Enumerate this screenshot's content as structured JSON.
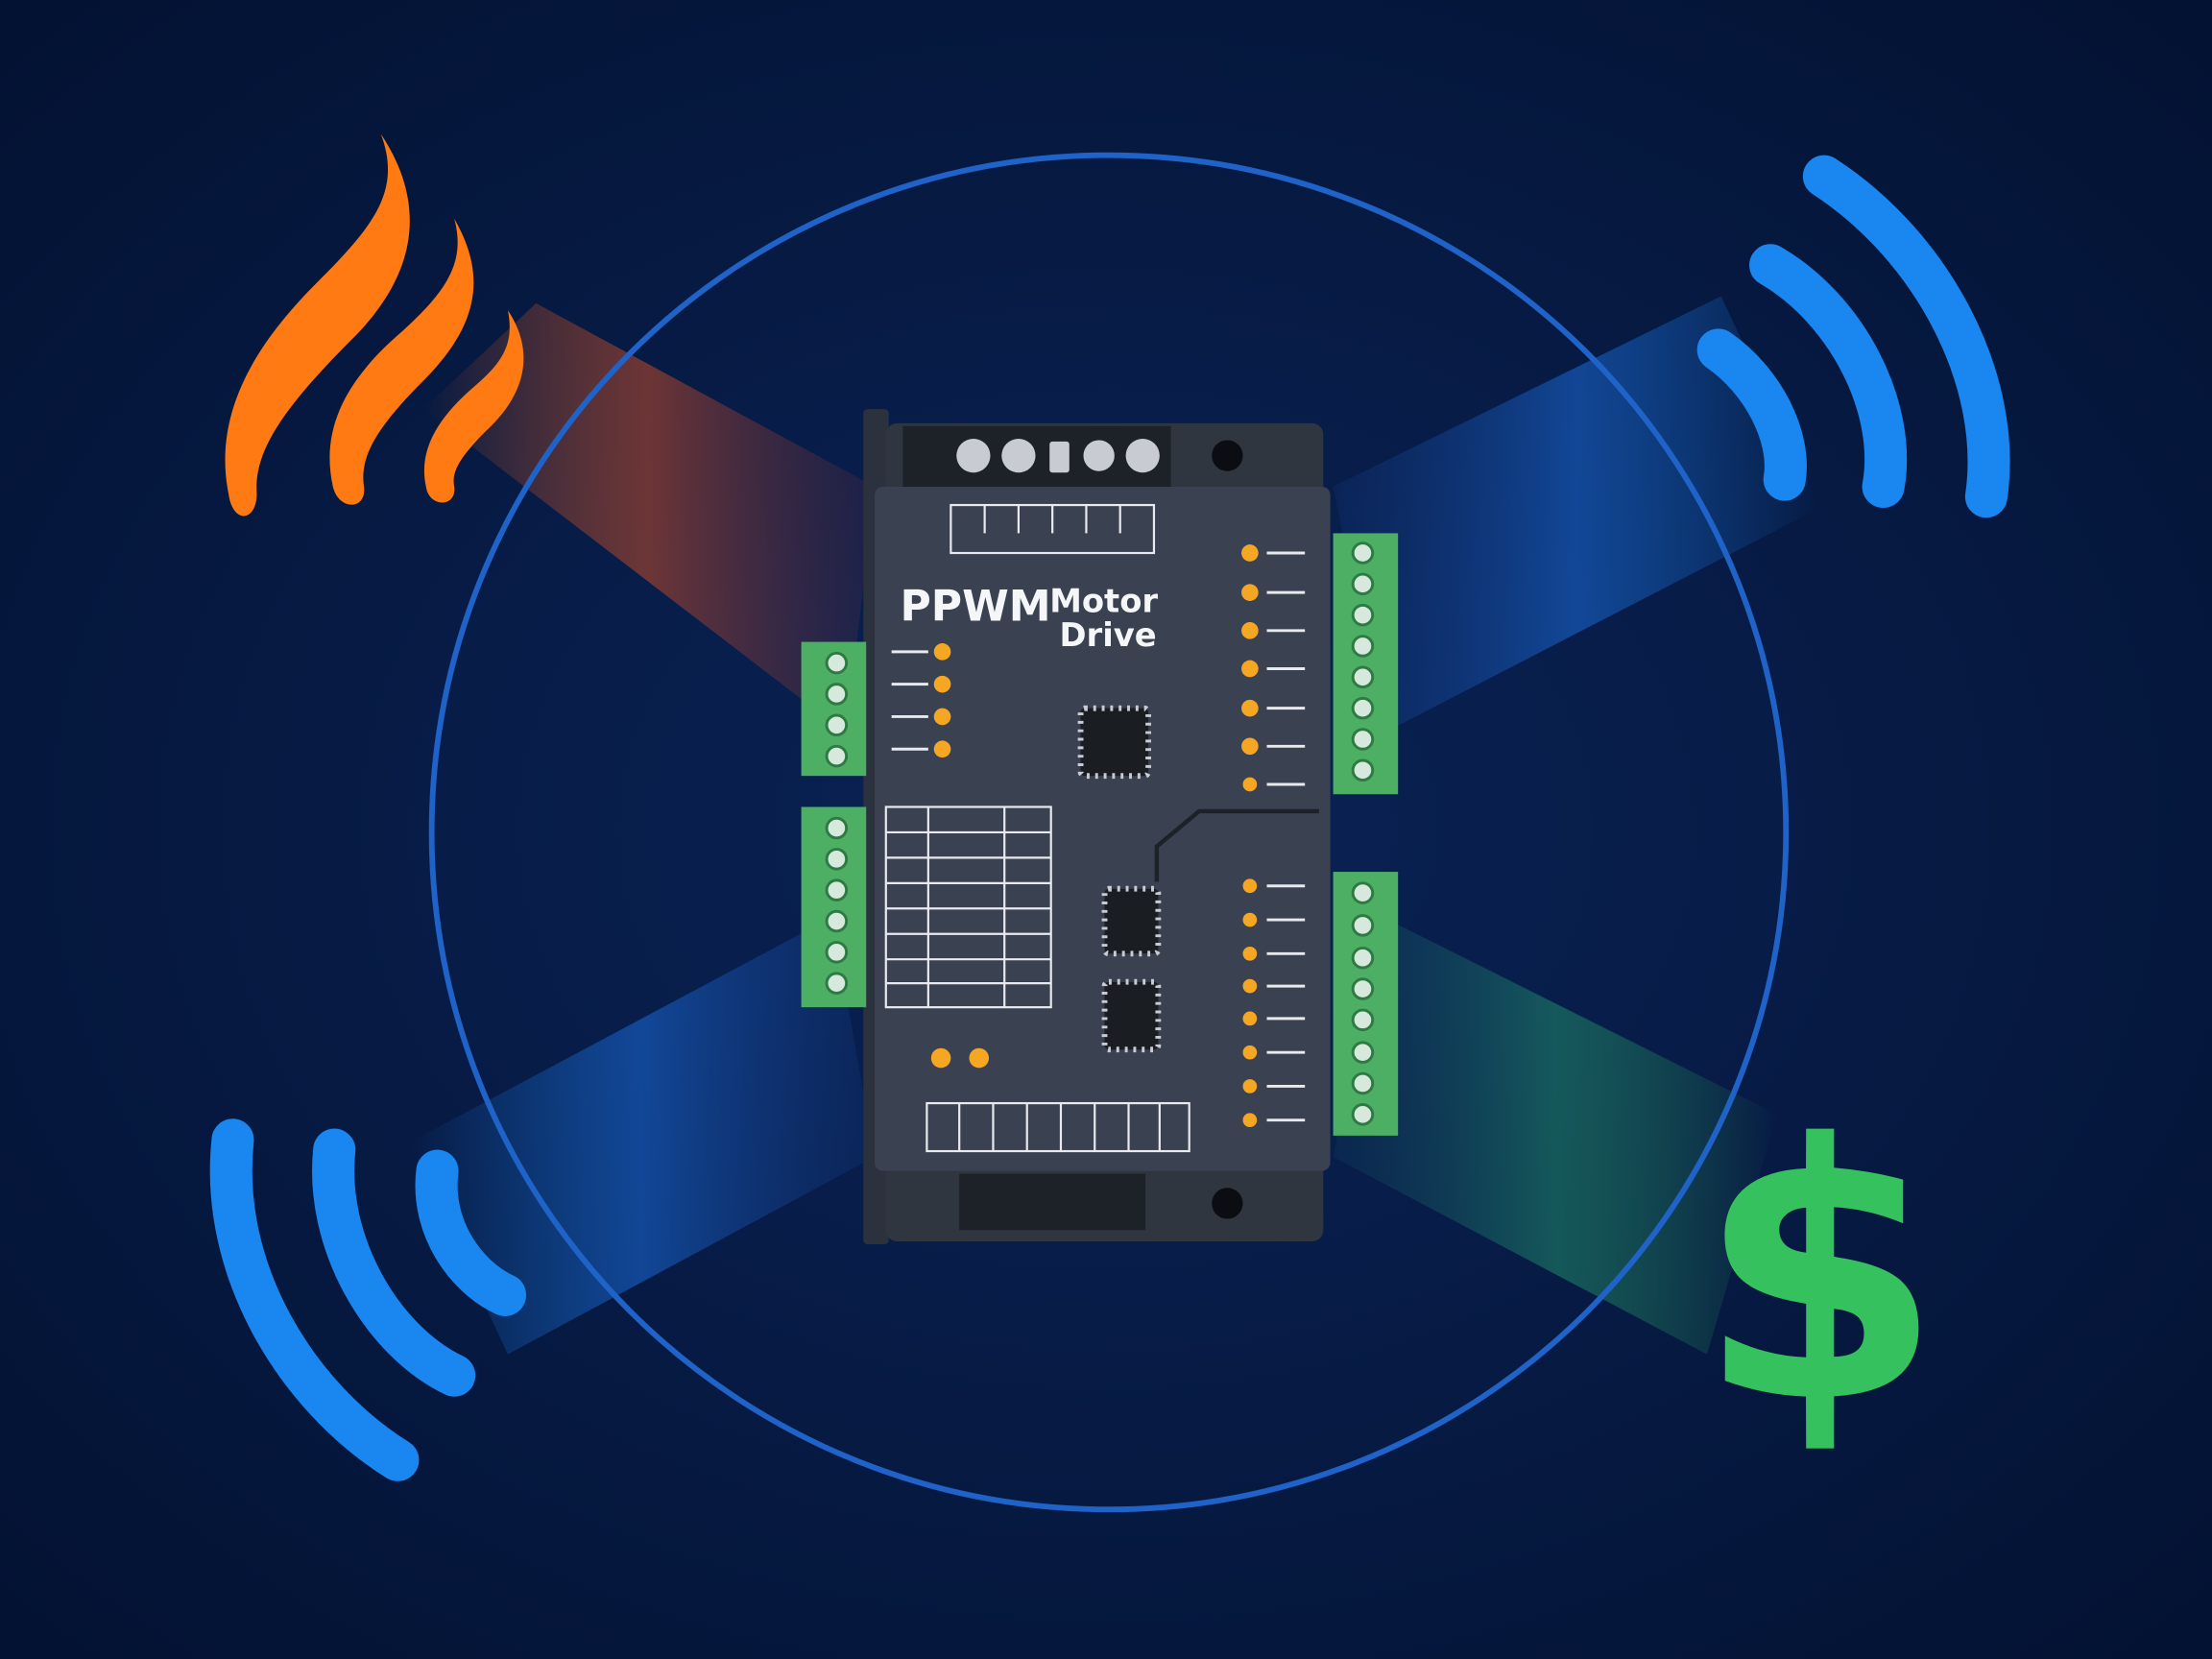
{
  "board": {
    "title_main": "PPWM",
    "title_line1": "Motor",
    "title_line2": "Drive"
  },
  "icons": {
    "heat": "flame-icon",
    "signal_top_right": "wireless-signal-icon",
    "signal_bottom_left": "wireless-signal-icon",
    "cost": "dollar-icon"
  },
  "colors": {
    "background": "#041436",
    "heat": "#ff7a12",
    "signal": "#1a86f0",
    "cost": "#35c25e",
    "board": "#3a4150",
    "terminal": "#4caf63",
    "led": "#f5a623"
  }
}
